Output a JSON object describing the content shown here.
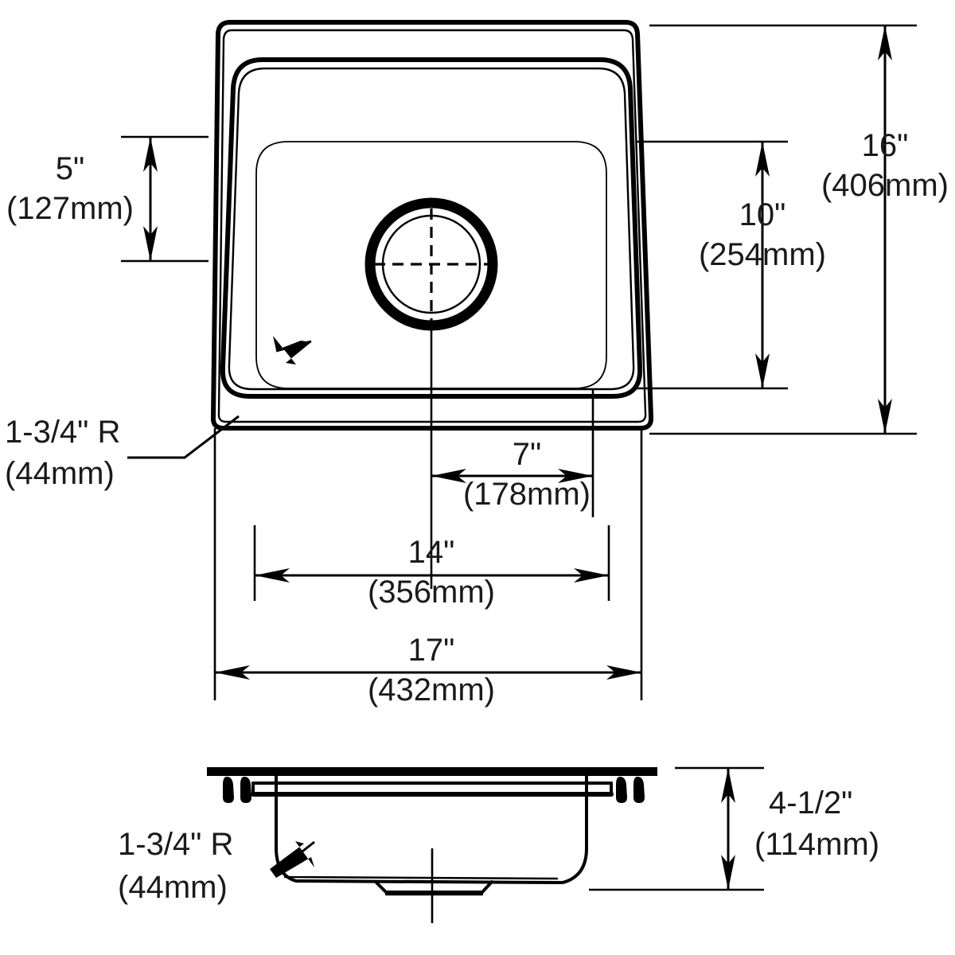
{
  "drawing": {
    "type": "engineering-dimension-drawing",
    "subject": "single-bowl drop-in sink",
    "views": [
      {
        "name": "top-view",
        "label": ""
      },
      {
        "name": "section-view",
        "label": ""
      }
    ],
    "line_color": "#000000",
    "background_color": "#ffffff"
  },
  "dimensions": {
    "left_depth": {
      "name": "rim-to-bowl-offset",
      "imperial": "5\"",
      "metric": "(127mm)",
      "view": "top-view"
    },
    "bowl_height": {
      "name": "bowl-front-to-back",
      "imperial": "10\"",
      "metric": "(254mm)",
      "view": "top-view"
    },
    "overall_height": {
      "name": "overall-front-to-back",
      "imperial": "16\"",
      "metric": "(406mm)",
      "view": "top-view"
    },
    "drain_offset": {
      "name": "drain-center-to-right-bowl-edge",
      "imperial": "7\"",
      "metric": "(178mm)",
      "view": "top-view"
    },
    "bowl_width": {
      "name": "bowl-width",
      "imperial": "14\"",
      "metric": "(356mm)",
      "view": "top-view"
    },
    "overall_width": {
      "name": "overall-width",
      "imperial": "17\"",
      "metric": "(432mm)",
      "view": "top-view"
    },
    "corner_radius_top": {
      "name": "corner-radius-callout-top",
      "imperial": "1-3/4\" R",
      "metric": "(44mm)",
      "view": "top-view"
    },
    "corner_radius_section": {
      "name": "corner-radius-callout-section",
      "imperial": "1-3/4\" R",
      "metric": "(44mm)",
      "view": "section-view"
    },
    "bowl_depth": {
      "name": "bowl-depth",
      "imperial": "4-1/2\"",
      "metric": "(114mm)",
      "view": "section-view"
    }
  },
  "chart_data": {
    "type": "table",
    "title": "",
    "categories": [
      "5\"",
      "10\"",
      "16\"",
      "7\"",
      "14\"",
      "17\"",
      "1-3/4\" R",
      "4-1/2\""
    ],
    "values": [
      127,
      254,
      406,
      178,
      356,
      432,
      44,
      114
    ],
    "xlabel": "dimension",
    "ylabel": "millimeters"
  }
}
